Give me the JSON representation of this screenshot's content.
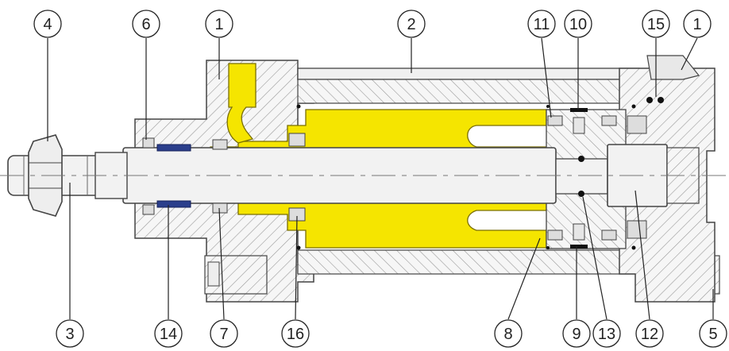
{
  "callouts": [
    {
      "id": "c-4",
      "label": "4"
    },
    {
      "id": "c-6",
      "label": "6"
    },
    {
      "id": "c-1-left",
      "label": "1"
    },
    {
      "id": "c-2",
      "label": "2"
    },
    {
      "id": "c-11",
      "label": "11"
    },
    {
      "id": "c-10",
      "label": "10"
    },
    {
      "id": "c-15",
      "label": "15"
    },
    {
      "id": "c-1-right",
      "label": "1"
    },
    {
      "id": "c-3",
      "label": "3"
    },
    {
      "id": "c-14",
      "label": "14"
    },
    {
      "id": "c-7",
      "label": "7"
    },
    {
      "id": "c-16",
      "label": "16"
    },
    {
      "id": "c-8",
      "label": "8"
    },
    {
      "id": "c-9",
      "label": "9"
    },
    {
      "id": "c-13",
      "label": "13"
    },
    {
      "id": "c-12",
      "label": "12"
    },
    {
      "id": "c-5",
      "label": "5"
    }
  ],
  "colors": {
    "body_fill": "#f4f4f4",
    "hatch": "#9a9a9a",
    "outline": "#444444",
    "oil_yellow": "#f5e500",
    "seal_blue": "#2b3f8c",
    "seal_black": "#111111"
  }
}
